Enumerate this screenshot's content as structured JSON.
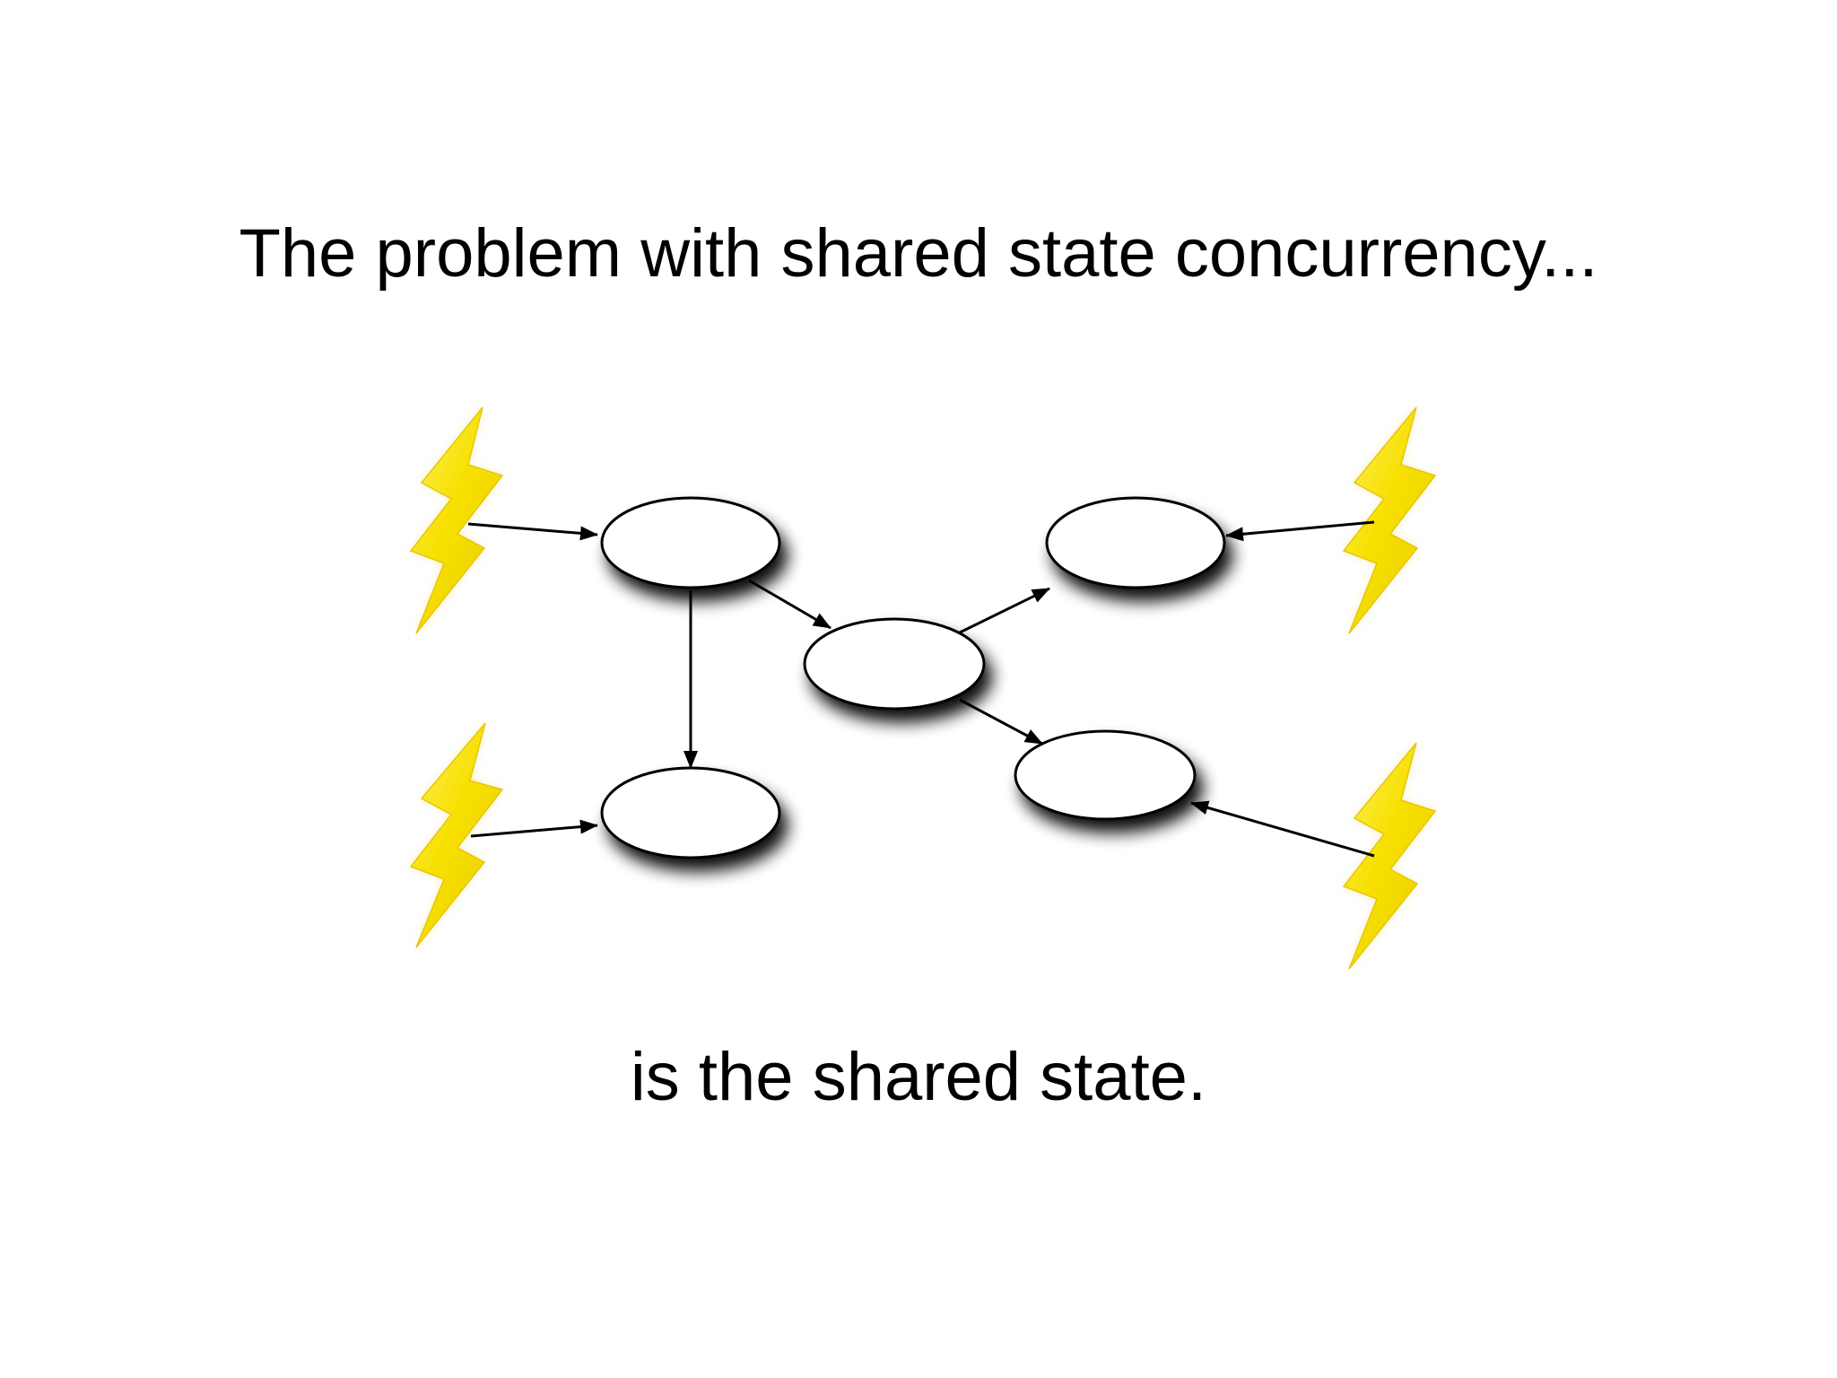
{
  "slide": {
    "headline": "The problem with shared state concurrency...",
    "subline": "is the shared state."
  },
  "diagram": {
    "nodes": [
      "node-a",
      "node-b",
      "node-c",
      "node-d",
      "node-e"
    ],
    "edges": [
      {
        "from": "node-a",
        "to": "node-b"
      },
      {
        "from": "node-a",
        "to": "node-d"
      },
      {
        "from": "node-b",
        "to": "node-c"
      },
      {
        "from": "node-b",
        "to": "node-e"
      },
      {
        "from": "bolt-top-left",
        "to": "node-a"
      },
      {
        "from": "bolt-bottom-left",
        "to": "node-d"
      },
      {
        "from": "bolt-top-right",
        "to": "node-c"
      },
      {
        "from": "bolt-bottom-right",
        "to": "node-e"
      }
    ],
    "icons": [
      "lightning-bolt-icon"
    ],
    "colors": {
      "bolt_fill": "#f7e000",
      "bolt_highlight": "#fff27a",
      "node_fill": "#ffffff",
      "stroke": "#000000",
      "shadow": "#000000"
    }
  }
}
